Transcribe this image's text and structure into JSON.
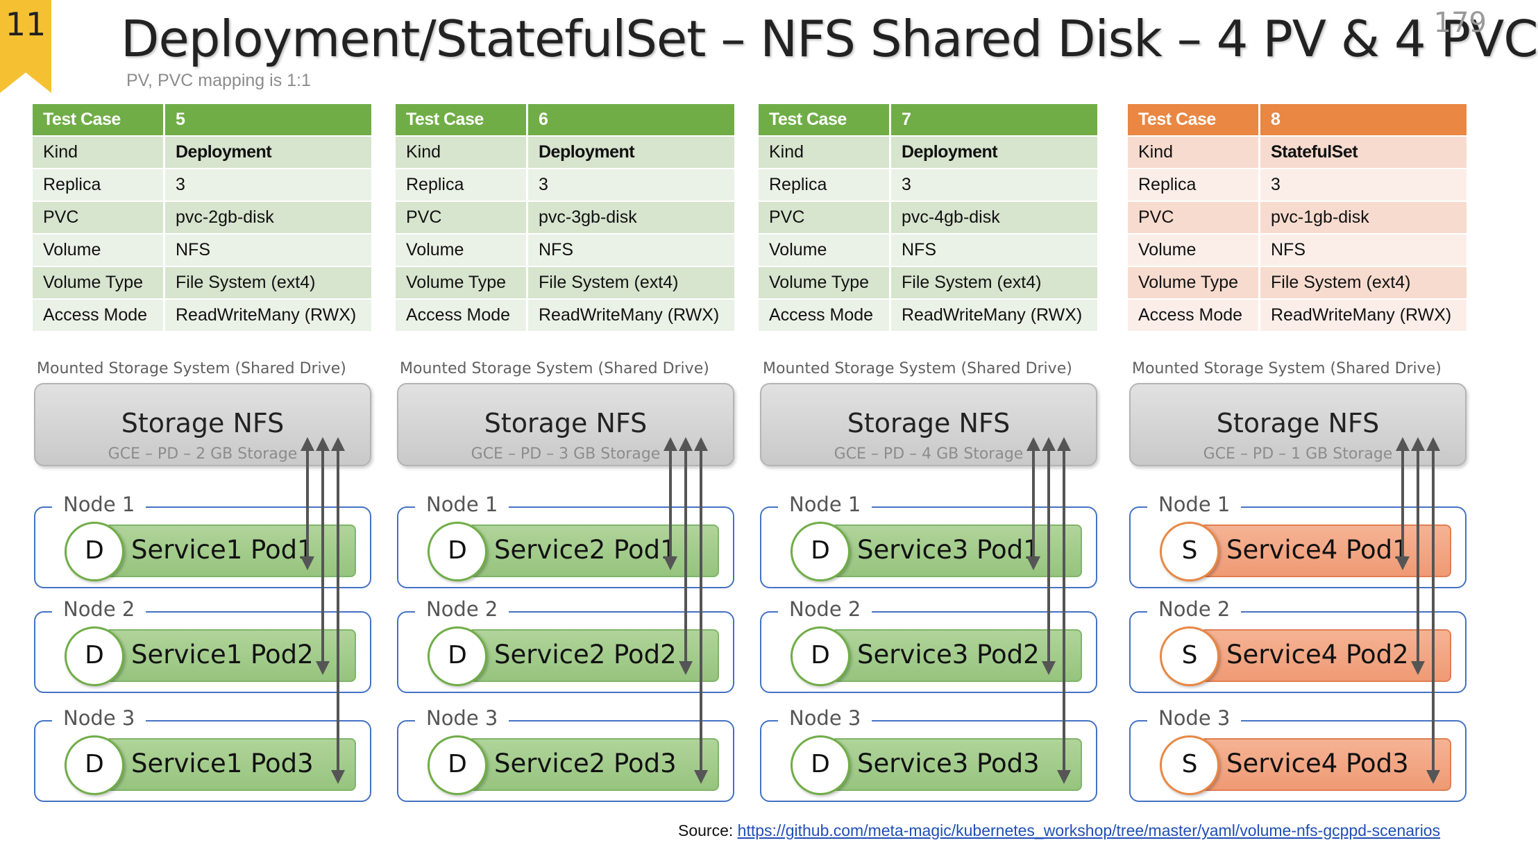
{
  "slide": {
    "badge_number": "11",
    "title": "Deployment/StatefulSet – NFS Shared Disk – 4 PV & 4 PVC",
    "subtitle": "PV, PVC mapping is 1:1",
    "page_number": "179"
  },
  "colors": {
    "green": "#70ad47",
    "orange": "#e98743",
    "blue_border": "#4472c4",
    "storage_gray": "#d4d4d4"
  },
  "columns": [
    {
      "theme": "green",
      "table": [
        {
          "label": "Test Case",
          "value": "5"
        },
        {
          "label": "Kind",
          "value": "Deployment"
        },
        {
          "label": "Replica",
          "value": "3"
        },
        {
          "label": "PVC",
          "value": "pvc-2gb-disk"
        },
        {
          "label": "Volume",
          "value": "NFS"
        },
        {
          "label": "Volume Type",
          "value": "File System (ext4)"
        },
        {
          "label": "Access Mode",
          "value": "ReadWriteMany (RWX)"
        }
      ],
      "mount_label": "Mounted Storage System (Shared Drive)",
      "storage": {
        "title": "Storage NFS",
        "subtitle": "GCE – PD – 2 GB Storage"
      },
      "pod_kind_letter": "D",
      "nodes": [
        {
          "label": "Node 1",
          "pod": "Service1 Pod1"
        },
        {
          "label": "Node 2",
          "pod": "Service1 Pod2"
        },
        {
          "label": "Node 3",
          "pod": "Service1 Pod3"
        }
      ]
    },
    {
      "theme": "green",
      "table": [
        {
          "label": "Test Case",
          "value": "6"
        },
        {
          "label": "Kind",
          "value": "Deployment"
        },
        {
          "label": "Replica",
          "value": "3"
        },
        {
          "label": "PVC",
          "value": "pvc-3gb-disk"
        },
        {
          "label": "Volume",
          "value": "NFS"
        },
        {
          "label": "Volume Type",
          "value": "File System (ext4)"
        },
        {
          "label": "Access Mode",
          "value": "ReadWriteMany (RWX)"
        }
      ],
      "mount_label": "Mounted Storage System (Shared Drive)",
      "storage": {
        "title": "Storage NFS",
        "subtitle": "GCE – PD – 3 GB Storage"
      },
      "pod_kind_letter": "D",
      "nodes": [
        {
          "label": "Node 1",
          "pod": "Service2 Pod1"
        },
        {
          "label": "Node 2",
          "pod": "Service2 Pod2"
        },
        {
          "label": "Node 3",
          "pod": "Service2 Pod3"
        }
      ]
    },
    {
      "theme": "green",
      "table": [
        {
          "label": "Test Case",
          "value": "7"
        },
        {
          "label": "Kind",
          "value": "Deployment"
        },
        {
          "label": "Replica",
          "value": "3"
        },
        {
          "label": "PVC",
          "value": "pvc-4gb-disk"
        },
        {
          "label": "Volume",
          "value": "NFS"
        },
        {
          "label": "Volume Type",
          "value": "File System (ext4)"
        },
        {
          "label": "Access Mode",
          "value": "ReadWriteMany (RWX)"
        }
      ],
      "mount_label": "Mounted Storage System (Shared Drive)",
      "storage": {
        "title": "Storage NFS",
        "subtitle": "GCE – PD – 4 GB Storage"
      },
      "pod_kind_letter": "D",
      "nodes": [
        {
          "label": "Node 1",
          "pod": "Service3 Pod1"
        },
        {
          "label": "Node 2",
          "pod": "Service3 Pod2"
        },
        {
          "label": "Node 3",
          "pod": "Service3 Pod3"
        }
      ]
    },
    {
      "theme": "orange",
      "table": [
        {
          "label": "Test Case",
          "value": "8"
        },
        {
          "label": "Kind",
          "value": "StatefulSet"
        },
        {
          "label": "Replica",
          "value": "3"
        },
        {
          "label": "PVC",
          "value": "pvc-1gb-disk"
        },
        {
          "label": "Volume",
          "value": "NFS"
        },
        {
          "label": "Volume Type",
          "value": "File System (ext4)"
        },
        {
          "label": "Access Mode",
          "value": "ReadWriteMany (RWX)"
        }
      ],
      "mount_label": "Mounted Storage System (Shared Drive)",
      "storage": {
        "title": "Storage NFS",
        "subtitle": "GCE – PD – 1 GB Storage"
      },
      "pod_kind_letter": "S",
      "nodes": [
        {
          "label": "Node 1",
          "pod": "Service4 Pod1"
        },
        {
          "label": "Node 2",
          "pod": "Service4 Pod2"
        },
        {
          "label": "Node 3",
          "pod": "Service4 Pod3"
        }
      ]
    }
  ],
  "source": {
    "label": "Source:",
    "link_text": "https://github.com/meta-magic/kubernetes_workshop/tree/master/yaml/volume-nfs-gcppd-scenarios"
  }
}
